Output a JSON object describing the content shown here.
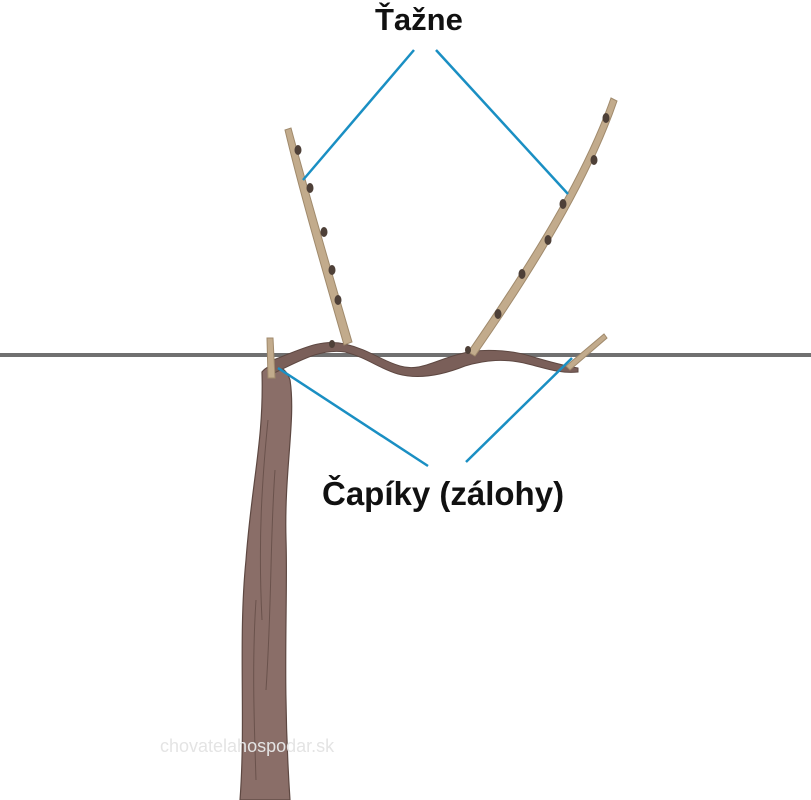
{
  "labels": {
    "canes": "Ťažne",
    "spurs": "Čapíky (zálohy)"
  },
  "watermark": "chovatelahospodar.sk",
  "colors": {
    "trunk": "#8a6e68",
    "trunk_dark": "#5e4842",
    "arm": "#7a5f59",
    "cane": "#c2ab8c",
    "cane_edge": "#a08a6c",
    "bud": "#4e4038",
    "wire": "#707070",
    "leader": "#1a8fc3"
  }
}
